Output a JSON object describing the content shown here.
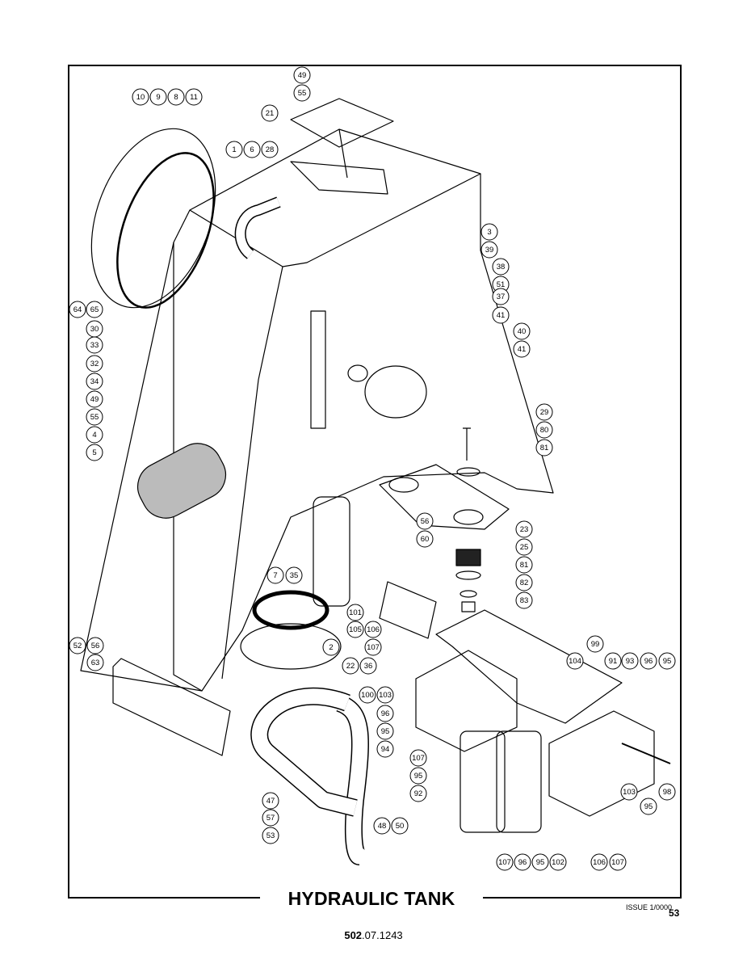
{
  "title": "HYDRAULIC TANK",
  "issue": "ISSUE 1/0000",
  "page_number": "53",
  "doc_number": {
    "bold": "502",
    "rest": ".07.1243"
  },
  "callouts": [
    "49",
    "55",
    "10",
    "9",
    "8",
    "11",
    "21",
    "1",
    "6",
    "28",
    "3",
    "39",
    "38",
    "51",
    "37",
    "41",
    "40",
    "41",
    "64",
    "65",
    "30",
    "33",
    "32",
    "34",
    "49",
    "55",
    "4",
    "5",
    "29",
    "80",
    "81",
    "56",
    "60",
    "23",
    "25",
    "81",
    "82",
    "83",
    "7",
    "35",
    "101",
    "105",
    "106",
    "107",
    "2",
    "52",
    "56",
    "63",
    "22",
    "36",
    "99",
    "104",
    "91",
    "93",
    "96",
    "95",
    "100",
    "103",
    "96",
    "95",
    "94",
    "107",
    "95",
    "92",
    "103",
    "98",
    "95",
    "47",
    "57",
    "53",
    "48",
    "50",
    "107",
    "96",
    "95",
    "102",
    "106",
    "107"
  ]
}
